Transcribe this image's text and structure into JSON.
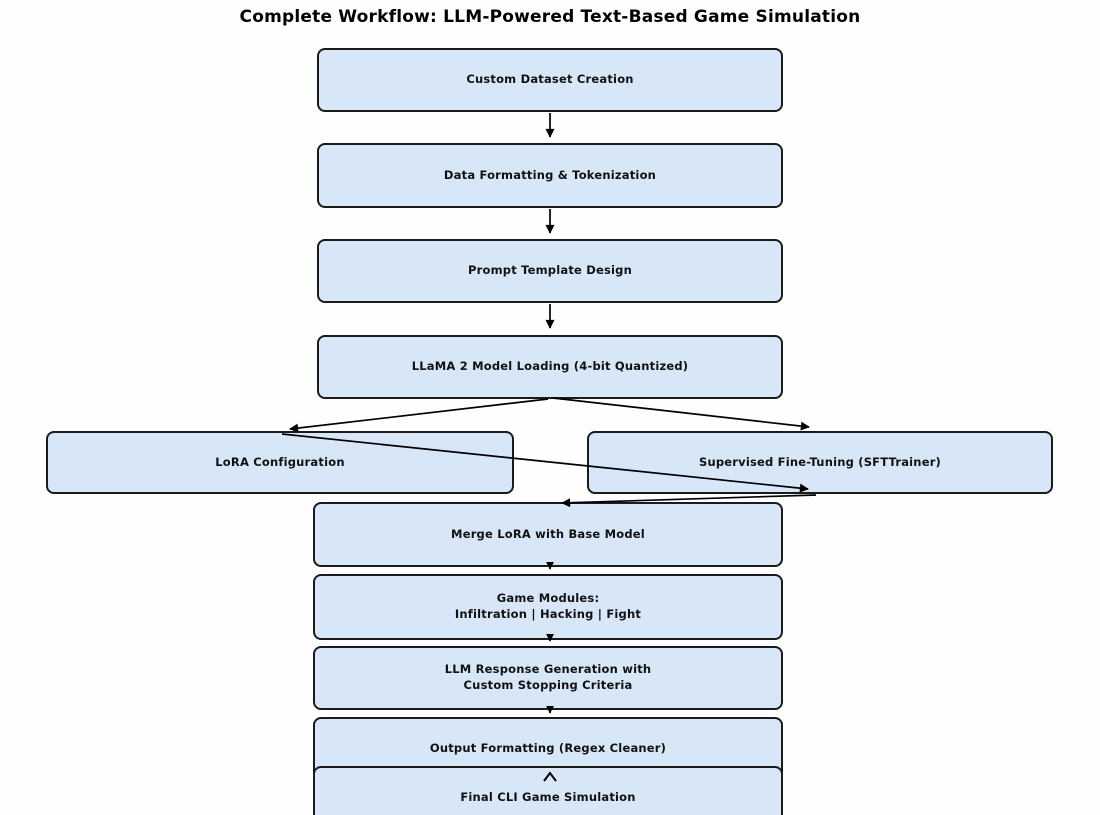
{
  "title": "Complete Workflow: LLM-Powered Text-Based Game Simulation",
  "diagram": {
    "type": "flowchart",
    "colors": {
      "background": "#fefefe",
      "node_fill": "#d7e7f8",
      "node_border": "#1b1b1b",
      "node_text": "#111111",
      "arrow": "#000000",
      "title_text": "#000000"
    },
    "nodes": [
      {
        "id": "custom-dataset-creation",
        "label": "Custom Dataset Creation"
      },
      {
        "id": "data-formatting-tokenization",
        "label": "Data Formatting & Tokenization"
      },
      {
        "id": "prompt-template-design",
        "label": "Prompt Template Design"
      },
      {
        "id": "llama2-model-loading",
        "label": "LLaMA 2 Model Loading (4-bit Quantized)"
      },
      {
        "id": "lora-configuration",
        "label": "LoRA Configuration"
      },
      {
        "id": "supervised-fine-tuning",
        "label": "Supervised Fine-Tuning (SFTTrainer)"
      },
      {
        "id": "merge-lora-base-model",
        "label": "Merge LoRA with Base Model"
      },
      {
        "id": "game-modules",
        "label": "Game Modules:\nInfiltration | Hacking | Fight"
      },
      {
        "id": "llm-response-generation",
        "label": "LLM Response Generation with\nCustom Stopping Criteria"
      },
      {
        "id": "output-formatting",
        "label": "Output Formatting (Regex Cleaner)"
      },
      {
        "id": "final-cli-game-simulation",
        "label": "Final CLI Game Simulation"
      }
    ],
    "edges": [
      {
        "from": "custom-dataset-creation",
        "to": "data-formatting-tokenization"
      },
      {
        "from": "data-formatting-tokenization",
        "to": "prompt-template-design"
      },
      {
        "from": "prompt-template-design",
        "to": "llama2-model-loading"
      },
      {
        "from": "llama2-model-loading",
        "to": "lora-configuration"
      },
      {
        "from": "llama2-model-loading",
        "to": "supervised-fine-tuning"
      },
      {
        "from": "lora-configuration",
        "to": "supervised-fine-tuning"
      },
      {
        "from": "supervised-fine-tuning",
        "to": "merge-lora-base-model"
      },
      {
        "from": "merge-lora-base-model",
        "to": "game-modules"
      },
      {
        "from": "game-modules",
        "to": "llm-response-generation"
      },
      {
        "from": "llm-response-generation",
        "to": "output-formatting"
      },
      {
        "from": "output-formatting",
        "to": "final-cli-game-simulation"
      }
    ]
  }
}
